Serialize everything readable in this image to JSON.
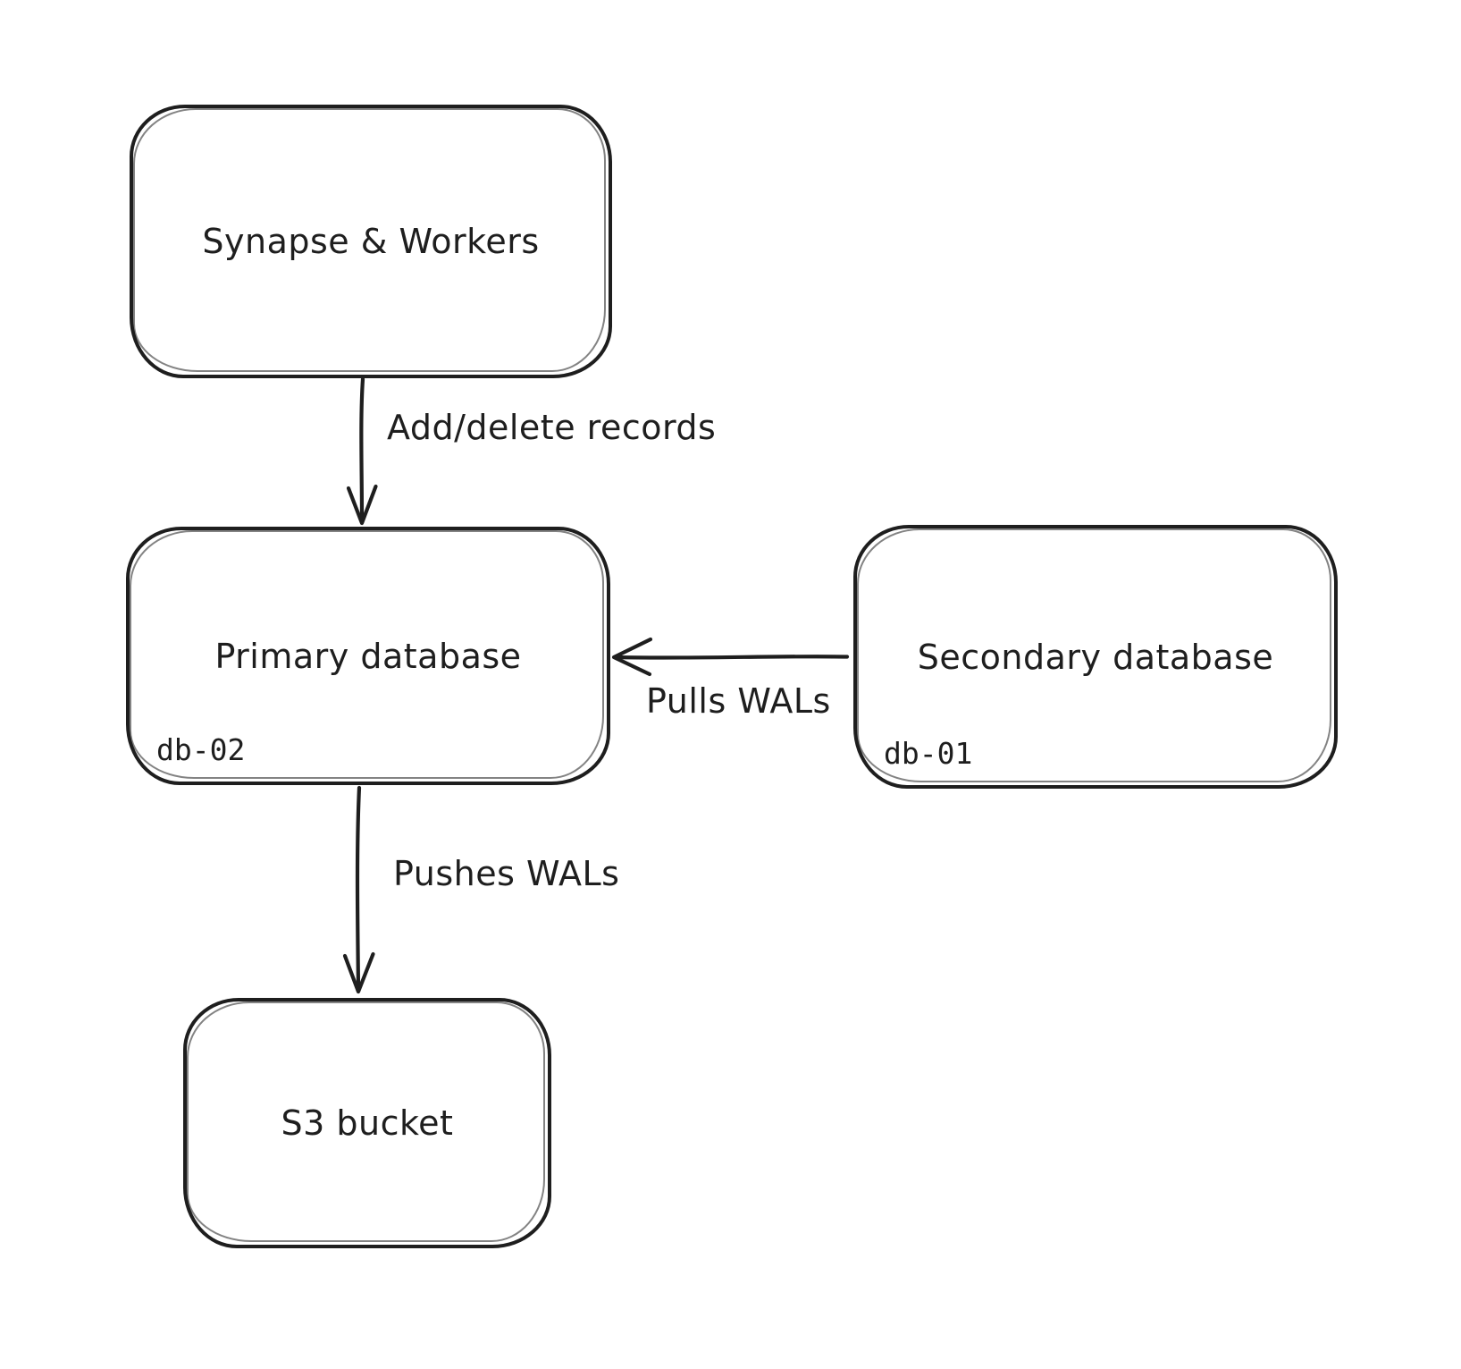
{
  "diagram": {
    "type": "flowchart",
    "style": "hand-drawn"
  },
  "colors": {
    "ink": "#1e1e1e",
    "background": "#ffffff"
  },
  "nodes": {
    "synapse_workers": {
      "label": "Synapse & Workers"
    },
    "primary_database": {
      "label": "Primary database",
      "tag": "db-02"
    },
    "secondary_database": {
      "label": "Secondary database",
      "tag": "db-01"
    },
    "s3_bucket": {
      "label": "S3 bucket"
    }
  },
  "edges": [
    {
      "from": "synapse_workers",
      "to": "primary_database",
      "label": "Add/delete records",
      "direction": "down"
    },
    {
      "from": "secondary_database",
      "to": "primary_database",
      "label": "Pulls WALs",
      "direction": "left"
    },
    {
      "from": "primary_database",
      "to": "s3_bucket",
      "label": "Pushes WALs",
      "direction": "down"
    }
  ]
}
